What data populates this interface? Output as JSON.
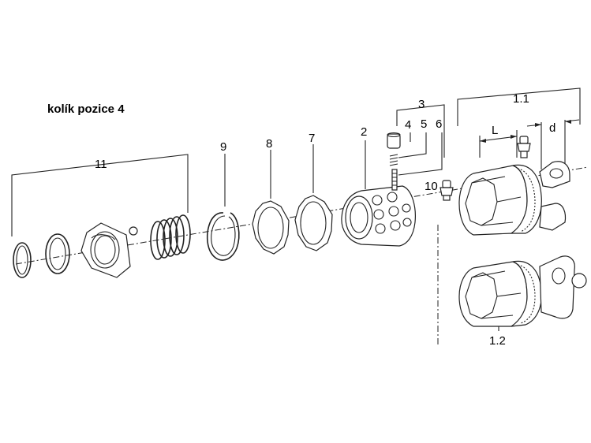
{
  "caption": "kolík pozice 4",
  "labels": {
    "p11": "11",
    "p9": "9",
    "p8": "8",
    "p7": "7",
    "p2": "2",
    "p3": "3",
    "p4": "4",
    "p5": "5",
    "p6": "6",
    "p10": "10",
    "p1_1": "1.1",
    "p1_2": "1.2",
    "dim_L": "L",
    "dim_d": "d"
  }
}
